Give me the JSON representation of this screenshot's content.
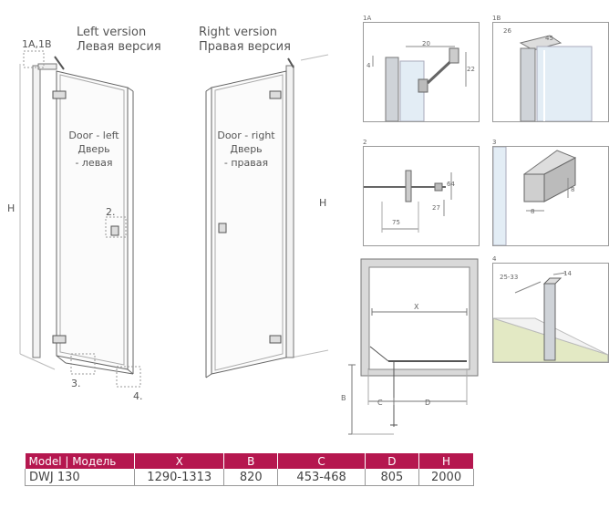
{
  "left_version": {
    "en": "Left version",
    "ru": "Левая версия"
  },
  "right_version": {
    "en": "Right version",
    "ru": "Правая версия"
  },
  "door_left": {
    "line1": "Door - left",
    "line2": "Дверь",
    "line3": "- левая"
  },
  "door_right": {
    "line1": "Door - right",
    "line2": "Дверь",
    "line3": "- правая"
  },
  "callouts": {
    "c1ab": "1A,1B",
    "c2": "2.",
    "c3": "3.",
    "c4": "4.",
    "h_left": "H",
    "h_right": "H"
  },
  "panel_1a": {
    "label": "1A",
    "d1": "20",
    "d2": "22",
    "d3": "4"
  },
  "panel_1b": {
    "label": "1B",
    "d1": "26",
    "d2": "45"
  },
  "panel_2": {
    "label": "2",
    "d1": "64",
    "d2": "27",
    "d3": "75"
  },
  "panel_3": {
    "label": "3",
    "d1": "8",
    "d2": "8"
  },
  "panel_4": {
    "label": "4",
    "d1": "25-33",
    "d2": "14"
  },
  "plan": {
    "x": "X",
    "b": "B",
    "c": "C",
    "d": "D"
  },
  "table": {
    "headers": [
      "Model  |  Модель",
      "X",
      "B",
      "C",
      "D",
      "H"
    ],
    "rows": [
      [
        "DWJ 130",
        "1290-1313",
        "820",
        "453-468",
        "805",
        "2000"
      ]
    ]
  }
}
